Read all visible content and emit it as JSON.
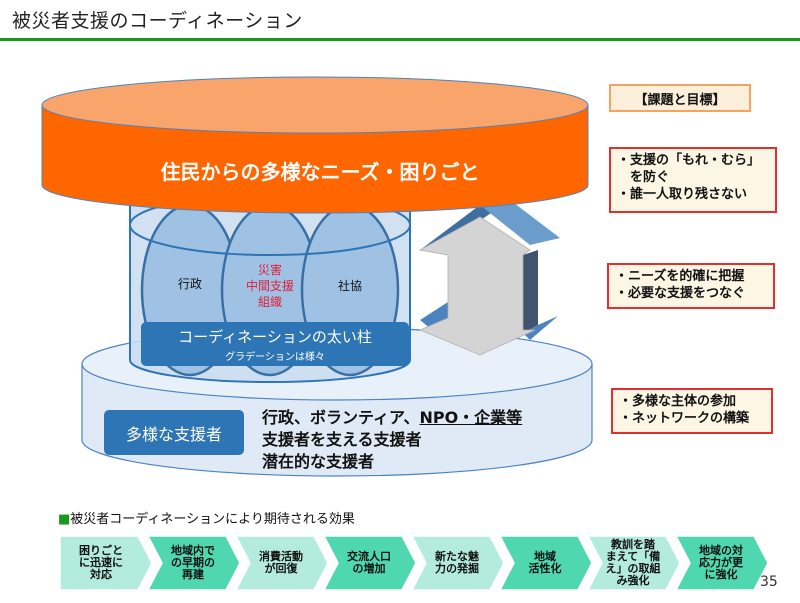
{
  "slide": {
    "title": "被災者支援のコーディネーション",
    "page_number": "35"
  },
  "diagram": {
    "needs_label": "住民からの多様なニーズ・困りごと",
    "columns": [
      {
        "label": "行政",
        "color": "#111111"
      },
      {
        "label": "災害\n中間支援\n組織",
        "color": "#e0203a"
      },
      {
        "label": "社協",
        "color": "#111111"
      }
    ],
    "pillar": {
      "main": "コーディネーションの太い柱",
      "sub": "グラデーションは様々"
    },
    "supporters": {
      "label": "多様な支援者",
      "lines": [
        {
          "pre": "行政、ボランティア、",
          "underlined": "NPO・企業等"
        },
        {
          "pre": "支援者を支える支援者",
          "underlined": ""
        },
        {
          "pre": "潜在的な支援者",
          "underlined": ""
        }
      ]
    },
    "arrow_icon": "double-headed-vertical-arrow"
  },
  "goals": {
    "header": "【課題と目標】",
    "boxes": [
      {
        "lines": [
          "・支援の「もれ・むら」",
          "　を防ぐ",
          "・誰一人取り残さない"
        ]
      },
      {
        "lines": [
          "・ニーズを的確に把握",
          "・必要な支援をつなぐ"
        ]
      },
      {
        "lines": [
          "・多様な主体の参加",
          "・ネットワークの構築"
        ]
      }
    ]
  },
  "effects": {
    "header_marker": "■",
    "header": "被災者コーディネーションにより期待される効果",
    "steps": [
      {
        "label": "困りごと\nに迅速に\n対応",
        "color": "#b3ebdc"
      },
      {
        "label": "地域内で\nの早期の\n再建",
        "color": "#4fd8b0"
      },
      {
        "label": "消費活動\nが回復",
        "color": "#b3ebdc"
      },
      {
        "label": "交流人口\nの増加",
        "color": "#4fd8b0"
      },
      {
        "label": "新たな魅\n力の発掘",
        "color": "#b3ebdc"
      },
      {
        "label": "地域\n活性化",
        "color": "#4fd8b0"
      },
      {
        "label": "教訓を踏\nまえて「備\nえ」の取組\nみ強化",
        "color": "#b3ebdc"
      },
      {
        "label": "地域の対\n応力が更\nに強化",
        "color": "#4fd8b0"
      }
    ]
  },
  "colors": {
    "title_rule": "#1a9a1a",
    "needs_side": "#ff6600",
    "needs_top": "#f9a46a",
    "pillar_blue": "#2e75b6",
    "light_blue": "#dce9f6",
    "goal_border": "#e03030",
    "goal_header_border": "#f4a460"
  }
}
